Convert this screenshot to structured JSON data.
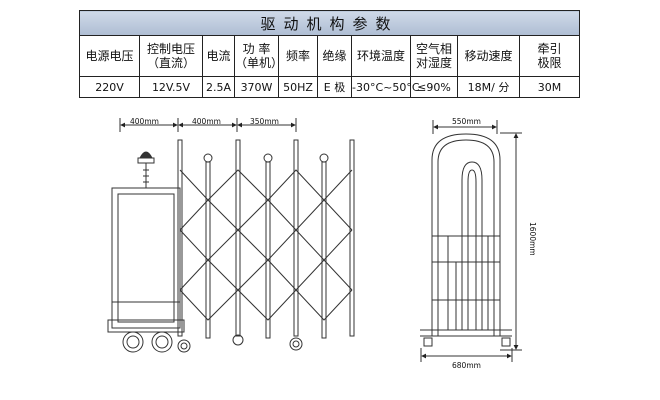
{
  "table": {
    "title": "驱动机构参数",
    "headers": [
      [
        "电源电压"
      ],
      [
        "控制电压",
        "（直流）"
      ],
      [
        "电流"
      ],
      [
        "功 率",
        "（单机）"
      ],
      [
        "频率"
      ],
      [
        "绝缘"
      ],
      [
        "环境温度"
      ],
      [
        "空气相",
        "对湿度"
      ],
      [
        "移动速度"
      ],
      [
        "牵引",
        "极限"
      ]
    ],
    "values": [
      "220V",
      "12V.5V",
      "2.5A",
      "370W",
      "50HZ",
      "E 极",
      "-30°C~50°C",
      "≤90%",
      "18M/ 分",
      "30M"
    ]
  },
  "dimensions": {
    "front_motor_width": "400mm",
    "front_segment_width": "400mm",
    "front_segment_spacing": "350mm",
    "side_top_width": "550mm",
    "side_height": "1600mm",
    "side_base_width": "680mm"
  },
  "colors": {
    "line": "#222222",
    "header_bg": "#b9c7db"
  }
}
